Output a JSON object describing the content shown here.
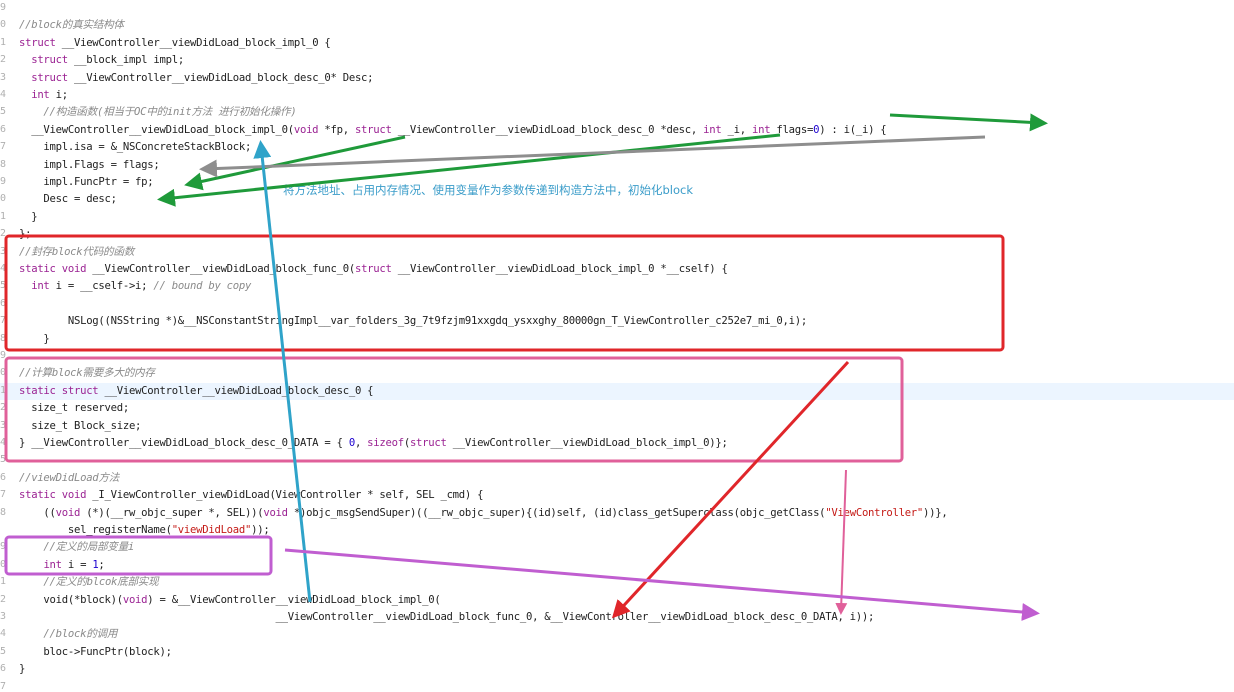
{
  "editor": {
    "current_line_index": 22,
    "lines": [
      {
        "no": "9",
        "tokens": []
      },
      {
        "no": "0",
        "tokens": [
          [
            "//block的真实结构体",
            "c"
          ]
        ]
      },
      {
        "no": "1",
        "tokens": [
          [
            "struct",
            "k"
          ],
          [
            " __ViewController__viewDidLoad_block_impl_0 {",
            "p"
          ]
        ]
      },
      {
        "no": "2",
        "tokens": [
          [
            "  ",
            "p"
          ],
          [
            "struct",
            "k"
          ],
          [
            " __block_impl impl;",
            "p"
          ]
        ]
      },
      {
        "no": "3",
        "tokens": [
          [
            "  ",
            "p"
          ],
          [
            "struct",
            "k"
          ],
          [
            " __ViewController__viewDidLoad_block_desc_0* Desc;",
            "p"
          ]
        ]
      },
      {
        "no": "4",
        "tokens": [
          [
            "  ",
            "p"
          ],
          [
            "int",
            "k"
          ],
          [
            " i;",
            "p"
          ]
        ]
      },
      {
        "no": "5",
        "tokens": [
          [
            "    //构造函数(相当于OC中的init方法 进行初始化操作)",
            "c"
          ]
        ]
      },
      {
        "no": "6",
        "tokens": [
          [
            "  __ViewController__viewDidLoad_block_impl_0(",
            "p"
          ],
          [
            "void",
            "k"
          ],
          [
            " *fp, ",
            "p"
          ],
          [
            "struct",
            "k"
          ],
          [
            " __ViewController__viewDidLoad_block_desc_0 *desc, ",
            "p"
          ],
          [
            "int",
            "k"
          ],
          [
            " _i, ",
            "p"
          ],
          [
            "int",
            "k"
          ],
          [
            " flags=",
            "p"
          ],
          [
            "0",
            "n"
          ],
          [
            ") : i(_i) {",
            "p"
          ]
        ]
      },
      {
        "no": "7",
        "tokens": [
          [
            "    impl.isa = &_NSConcreteStackBlock;",
            "p"
          ]
        ]
      },
      {
        "no": "8",
        "tokens": [
          [
            "    impl.Flags = flags;",
            "p"
          ]
        ]
      },
      {
        "no": "9",
        "tokens": [
          [
            "    impl.FuncPtr = fp;",
            "p"
          ]
        ]
      },
      {
        "no": "0",
        "tokens": [
          [
            "    Desc = desc;",
            "p"
          ]
        ]
      },
      {
        "no": "1",
        "tokens": [
          [
            "  }",
            "p"
          ]
        ]
      },
      {
        "no": "2",
        "tokens": [
          [
            "};",
            "p"
          ]
        ]
      },
      {
        "no": "3",
        "tokens": [
          [
            "//封存block代码的函数",
            "c"
          ]
        ]
      },
      {
        "no": "4",
        "tokens": [
          [
            "static",
            "k"
          ],
          [
            " ",
            "p"
          ],
          [
            "void",
            "k"
          ],
          [
            " __ViewController__viewDidLoad_block_func_0(",
            "p"
          ],
          [
            "struct",
            "k"
          ],
          [
            " __ViewController__viewDidLoad_block_impl_0 *__cself) {",
            "p"
          ]
        ]
      },
      {
        "no": "5",
        "tokens": [
          [
            "  ",
            "p"
          ],
          [
            "int",
            "k"
          ],
          [
            " i = __cself->i; ",
            "p"
          ],
          [
            "// bound by copy",
            "c"
          ]
        ]
      },
      {
        "no": "6",
        "tokens": []
      },
      {
        "no": "7",
        "tokens": [
          [
            "        NSLog((NSString *)&__NSConstantStringImpl__var_folders_3g_7t9fzjm91xxgdq_ysxxghy_80000gn_T_ViewController_c252e7_mi_0,i);",
            "p"
          ]
        ]
      },
      {
        "no": "8",
        "tokens": [
          [
            "    }",
            "p"
          ]
        ]
      },
      {
        "no": "9",
        "tokens": []
      },
      {
        "no": "0",
        "tokens": [
          [
            "//计算block需要多大的内存",
            "c"
          ]
        ]
      },
      {
        "no": "1",
        "tokens": [
          [
            "static",
            "k"
          ],
          [
            " ",
            "p"
          ],
          [
            "struct",
            "k"
          ],
          [
            " __ViewController__viewDidLoad_block_desc_0 {",
            "p"
          ]
        ]
      },
      {
        "no": "2",
        "tokens": [
          [
            "  size_t reserved;",
            "p"
          ]
        ]
      },
      {
        "no": "3",
        "tokens": [
          [
            "  size_t Block_size;",
            "p"
          ]
        ]
      },
      {
        "no": "4",
        "tokens": [
          [
            "} __ViewController__viewDidLoad_block_desc_0_DATA = { ",
            "p"
          ],
          [
            "0",
            "n"
          ],
          [
            ", ",
            "p"
          ],
          [
            "sizeof",
            "k"
          ],
          [
            "(",
            "p"
          ],
          [
            "struct",
            "k"
          ],
          [
            " __ViewController__viewDidLoad_block_impl_0)};",
            "p"
          ]
        ]
      },
      {
        "no": "5",
        "tokens": []
      },
      {
        "no": "6",
        "tokens": [
          [
            "//viewDidLoad方法",
            "c"
          ]
        ]
      },
      {
        "no": "7",
        "tokens": [
          [
            "static",
            "k"
          ],
          [
            " ",
            "p"
          ],
          [
            "void",
            "k"
          ],
          [
            " _I_ViewController_viewDidLoad(ViewController * self, SEL _cmd) {",
            "p"
          ]
        ]
      },
      {
        "no": "8",
        "tokens": [
          [
            "    ((",
            "p"
          ],
          [
            "void",
            "k"
          ],
          [
            " (*)(__rw_objc_super *, SEL))(",
            "p"
          ],
          [
            "void",
            "k"
          ],
          [
            " *)objc_msgSendSuper)((__rw_objc_super){(id)self, (id)class_getSuperclass(objc_getClass(",
            "p"
          ],
          [
            "\"ViewController\"",
            "s"
          ],
          [
            "))},",
            "p"
          ]
        ]
      },
      {
        "no": "",
        "tokens": [
          [
            "        sel_registerName(",
            "p"
          ],
          [
            "\"viewDidLoad\"",
            "s"
          ],
          [
            "));",
            "p"
          ]
        ]
      },
      {
        "no": "9",
        "tokens": [
          [
            "    //定义的局部变量i",
            "c"
          ]
        ]
      },
      {
        "no": "0",
        "tokens": [
          [
            "    ",
            "p"
          ],
          [
            "int",
            "k"
          ],
          [
            " i = ",
            "p"
          ],
          [
            "1",
            "n"
          ],
          [
            ";",
            "p"
          ]
        ]
      },
      {
        "no": "1",
        "tokens": [
          [
            "    //定义的blcok底部实现",
            "c"
          ]
        ]
      },
      {
        "no": "2",
        "tokens": [
          [
            "    void(*block)(",
            "p"
          ],
          [
            "void",
            "k"
          ],
          [
            ") = &__ViewController__viewDidLoad_block_impl_0(",
            "p"
          ]
        ]
      },
      {
        "no": "3",
        "tokens": [
          [
            "                                          __ViewController__viewDidLoad_block_func_0, &__ViewController__viewDidLoad_block_desc_0_DATA, i));",
            "p"
          ]
        ]
      },
      {
        "no": "4",
        "tokens": [
          [
            "    //block的调用",
            "c"
          ]
        ]
      },
      {
        "no": "5",
        "tokens": [
          [
            "    bloc->FuncPtr(block);",
            "p"
          ]
        ]
      },
      {
        "no": "6",
        "tokens": [
          [
            "}",
            "p"
          ]
        ]
      },
      {
        "no": "7",
        "tokens": []
      }
    ]
  },
  "annotation": {
    "note": "将方法地址、占用内存情况、使用变量作为参数传递到构造方法中，初始化block"
  },
  "colors": {
    "green_arrow": "#1f9a3a",
    "grey_arrow": "#8e8e8e",
    "blue_arrow": "#2fa3c9",
    "red_box": "#e0262a",
    "pink_box": "#e0609a",
    "purple_box": "#c05ed0"
  }
}
